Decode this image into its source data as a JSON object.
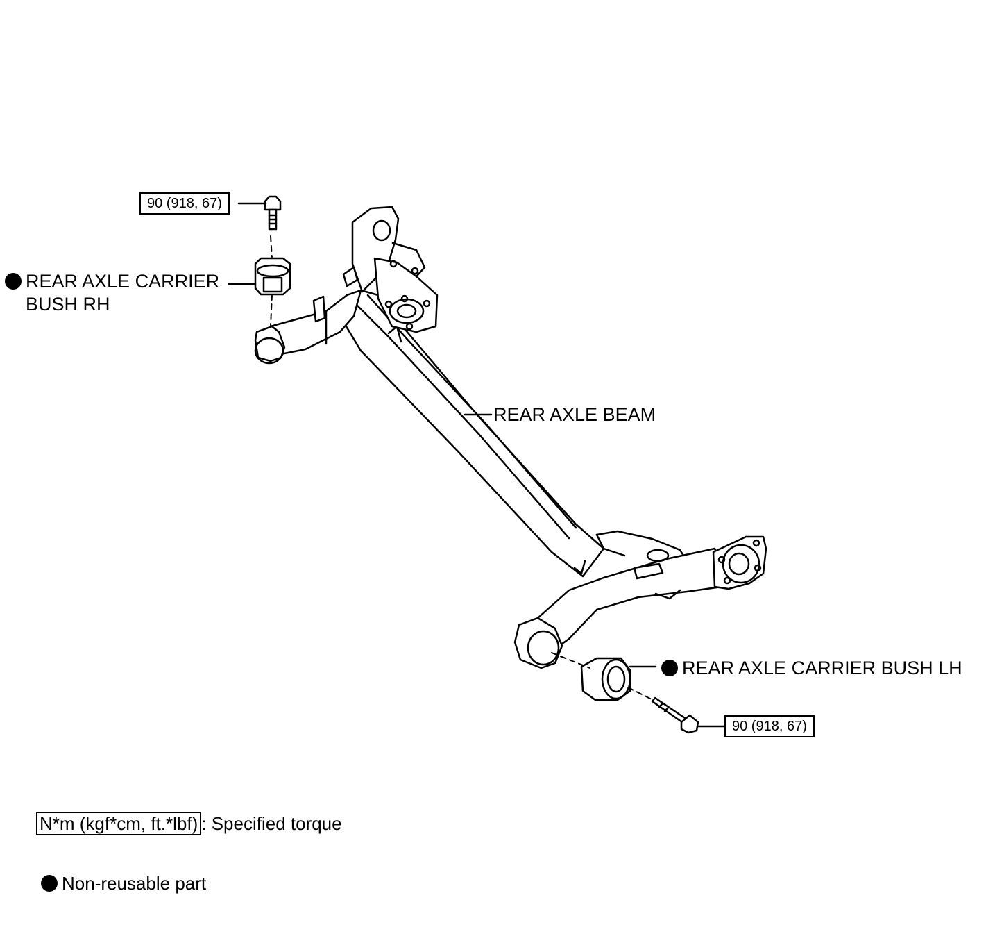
{
  "parts": {
    "bush_rh": {
      "line1": "REAR AXLE CARRIER",
      "line2": "BUSH RH",
      "non_reusable": true
    },
    "beam": {
      "label": "REAR AXLE BEAM"
    },
    "bush_lh": {
      "label": "REAR AXLE CARRIER BUSH LH",
      "non_reusable": true
    }
  },
  "torques": {
    "bolt_rh": "90 (918, 67)",
    "bolt_lh": "90 (918, 67)"
  },
  "legend": {
    "torque_unit": "N*m (kgf*cm, ft.*lbf)",
    "torque_desc": ": Specified torque",
    "non_reusable_desc": "Non-reusable part"
  }
}
